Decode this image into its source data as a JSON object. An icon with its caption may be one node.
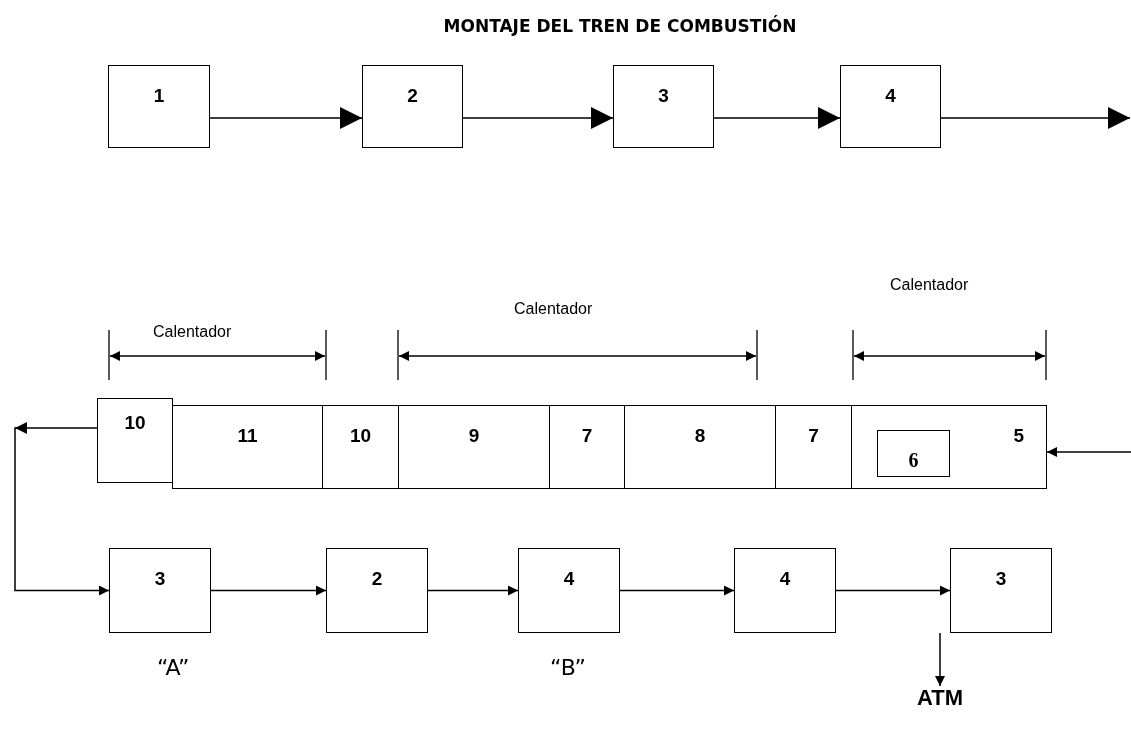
{
  "diagram": {
    "title": "MONTAJE DEL TREN DE COMBUSTIÓN",
    "nodes": [
      {
        "text": [
          "1"
        ]
      },
      {
        "text": [
          "2"
        ]
      },
      {
        "text": [
          "3"
        ]
      },
      {
        "text": [
          "4"
        ]
      },
      {
        "text": [
          "10"
        ]
      },
      {
        "text": [
          "11"
        ]
      },
      {
        "text": [
          "10"
        ]
      },
      {
        "text": [
          "9"
        ]
      },
      {
        "text": [
          "7"
        ]
      },
      {
        "text": [
          "8"
        ]
      },
      {
        "text": [
          "7"
        ]
      },
      {
        "text": [
          "5"
        ]
      },
      {
        "text": [
          "6"
        ],
        "in": 11
      },
      {
        "text": [
          "3"
        ]
      },
      {
        "text": [
          "2"
        ]
      },
      {
        "text": [
          "4"
        ]
      },
      {
        "text": [
          "4"
        ]
      },
      {
        "text": [
          "3"
        ]
      },
      {
        "text": [
          "ATM"
        ]
      }
    ],
    "edges": [
      {
        "from": 0,
        "to": 1,
        "arrow": "to"
      },
      {
        "from": 1,
        "to": 2,
        "arrow": "to"
      },
      {
        "from": 2,
        "to": 3,
        "arrow": "to"
      },
      {
        "from": 3,
        "to": null,
        "arrow": "to"
      },
      {
        "from": null,
        "to": 11,
        "arrow": "to"
      },
      {
        "from": 4,
        "to": 13,
        "arrow": "to"
      },
      {
        "from": 13,
        "to": 14,
        "arrow": "to"
      },
      {
        "from": 14,
        "to": 15,
        "arrow": "to"
      },
      {
        "from": 15,
        "to": 16,
        "arrow": "to"
      },
      {
        "from": 16,
        "to": 17,
        "arrow": "to"
      },
      {
        "from": 17,
        "to": 18,
        "arrow": "to"
      }
    ],
    "labels": [
      "Calentador",
      "Calentador",
      "Calentador",
      "“A”",
      "“B”"
    ]
  }
}
